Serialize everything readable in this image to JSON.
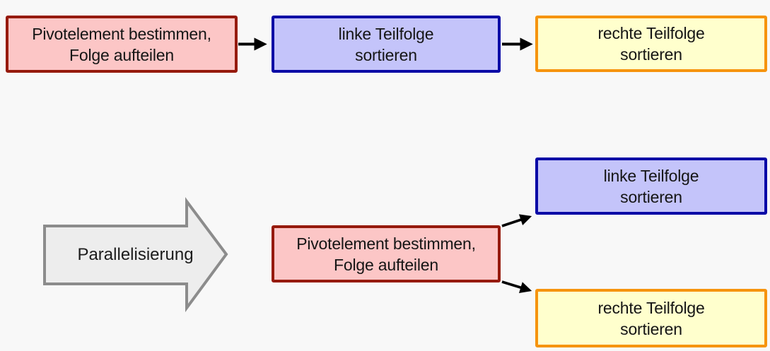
{
  "sequential_flow": {
    "pivot_box": {
      "line1": "Pivotelement bestimmen,",
      "line2": "Folge aufteilen"
    },
    "left_box": {
      "line1": "linke Teilfolge",
      "line2": "sortieren"
    },
    "right_box": {
      "line1": "rechte Teilfolge",
      "line2": "sortieren"
    }
  },
  "transform_arrow": {
    "label": "Parallelisierung"
  },
  "parallel_flow": {
    "pivot_box": {
      "line1": "Pivotelement bestimmen,",
      "line2": "Folge aufteilen"
    },
    "left_box": {
      "line1": "linke Teilfolge",
      "line2": "sortieren"
    },
    "right_box": {
      "line1": "rechte Teilfolge",
      "line2": "sortieren"
    }
  },
  "colors": {
    "background": "#f8f8f8",
    "pivot_fill": "#fcc6c6",
    "pivot_border": "#961a0c",
    "left_fill": "#c4c4fa",
    "left_border": "#0808a6",
    "right_fill": "#ffffcd",
    "right_border": "#f6940e",
    "transform_fill": "#ededed",
    "transform_border": "#8c8c8c",
    "connector": "#000000",
    "text": "#151515"
  }
}
